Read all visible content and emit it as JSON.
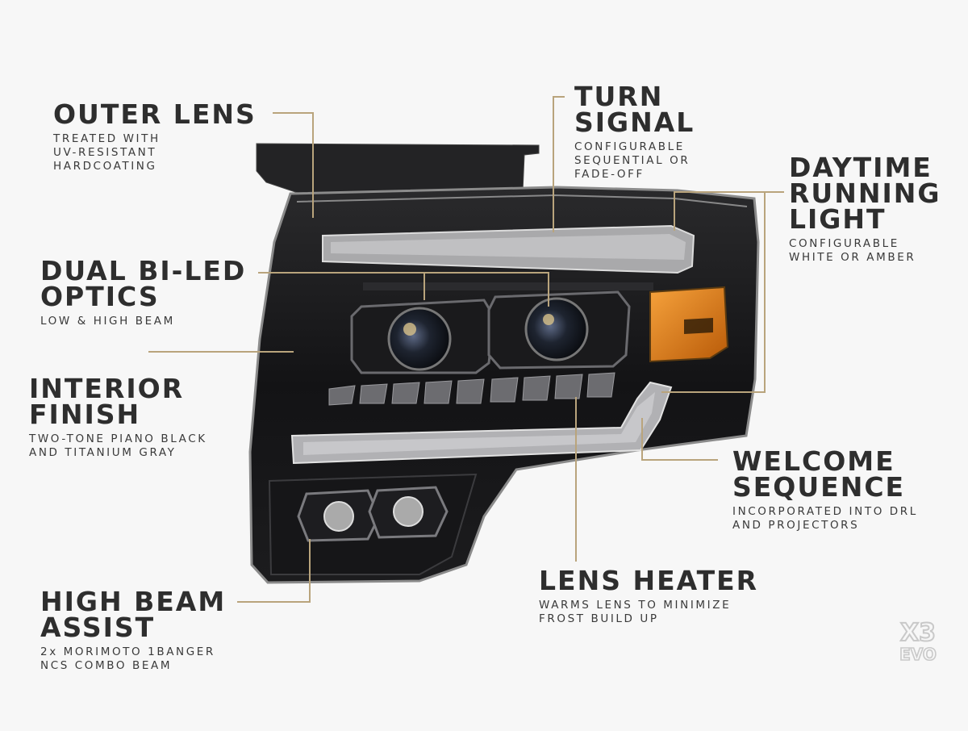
{
  "callouts": {
    "outer_lens": {
      "title": "OUTER LENS",
      "desc": [
        "TREATED WITH",
        "UV-RESISTANT",
        "HARDCOATING"
      ]
    },
    "turn_signal": {
      "title": [
        "TURN",
        "SIGNAL"
      ],
      "desc": [
        "CONFIGURABLE",
        "SEQUENTIAL OR",
        "FADE-OFF"
      ]
    },
    "drl": {
      "title": [
        "DAYTIME",
        "RUNNING",
        "LIGHT"
      ],
      "desc": [
        "CONFIGURABLE",
        "WHITE OR AMBER"
      ]
    },
    "optics": {
      "title": [
        "DUAL BI-LED",
        "OPTICS"
      ],
      "desc": [
        "LOW & HIGH BEAM"
      ]
    },
    "interior": {
      "title": [
        "INTERIOR",
        "FINISH"
      ],
      "desc": [
        "TWO-TONE PIANO BLACK",
        "AND TITANIUM GRAY"
      ]
    },
    "welcome": {
      "title": [
        "WELCOME",
        "SEQUENCE"
      ],
      "desc": [
        "INCORPORATED INTO DRL",
        "AND PROJECTORS"
      ]
    },
    "heater": {
      "title": "LENS HEATER",
      "desc": [
        "WARMS LENS TO MINIMIZE",
        "FROST BUILD UP"
      ]
    },
    "high_beam": {
      "title": [
        "HIGH BEAM",
        "ASSIST"
      ],
      "desc": [
        "2x MORIMOTO 1BANGER",
        "NCS COMBO BEAM"
      ]
    }
  },
  "logo": {
    "top": "X3",
    "bottom": "EVO"
  },
  "colors": {
    "leader": "#b9a47c",
    "title": "#2e2e2e",
    "housing": "#141414",
    "amber": "#e07a12"
  }
}
